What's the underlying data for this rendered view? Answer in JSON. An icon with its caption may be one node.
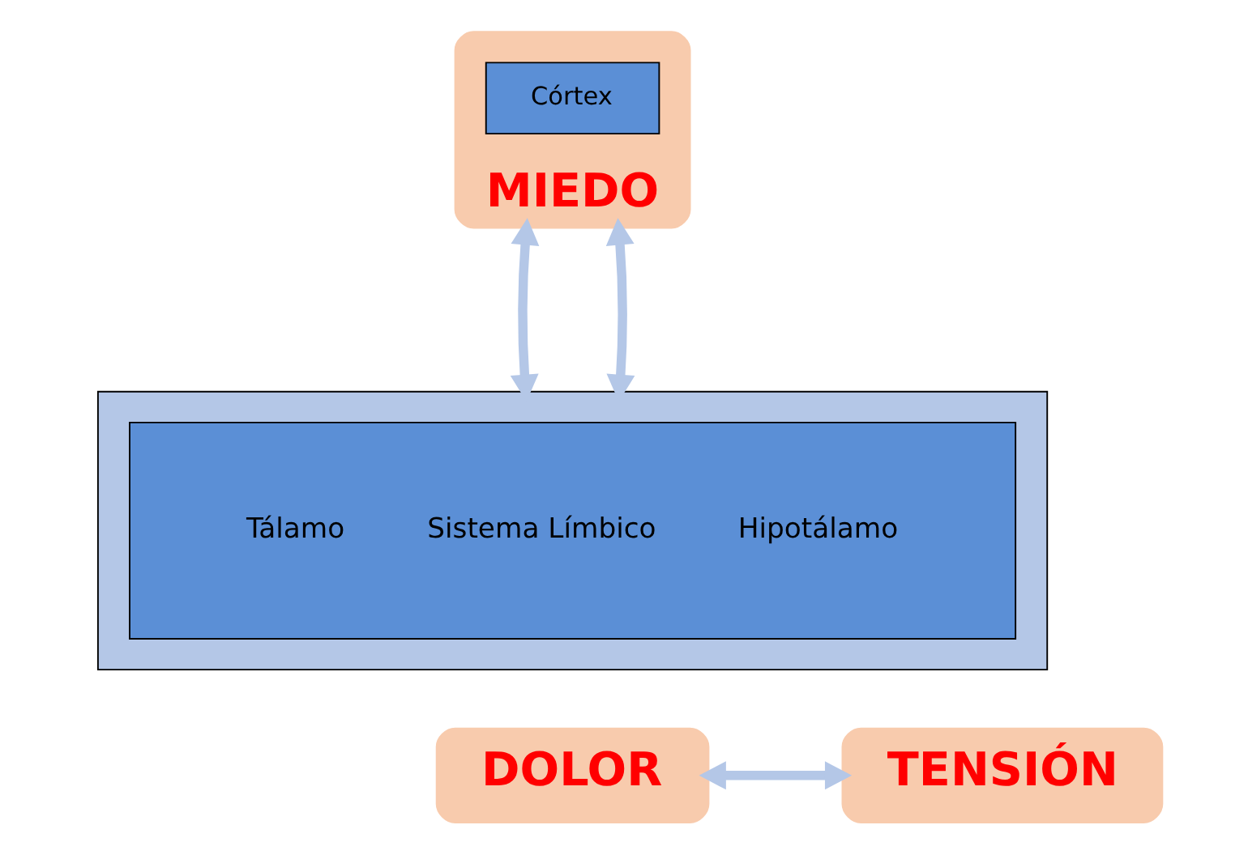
{
  "diagram": {
    "nodes": [
      {
        "text": [
          "MIEDO"
        ]
      },
      {
        "text": [
          "Córtex"
        ],
        "in": 0
      },
      {
        "text": [],
        "shape": "box"
      },
      {
        "text": [
          "Tálamo",
          "Sistema Límbico",
          "Hipotálamo"
        ],
        "in": 2
      },
      {
        "text": [
          "DOLOR"
        ]
      },
      {
        "text": [
          "TENSIÓN"
        ]
      }
    ],
    "edges": [
      {
        "from": 0,
        "to": 2,
        "arrow": "both"
      },
      {
        "from": 0,
        "to": 2,
        "arrow": "both"
      },
      {
        "from": 4,
        "to": 5,
        "arrow": "both"
      }
    ]
  }
}
